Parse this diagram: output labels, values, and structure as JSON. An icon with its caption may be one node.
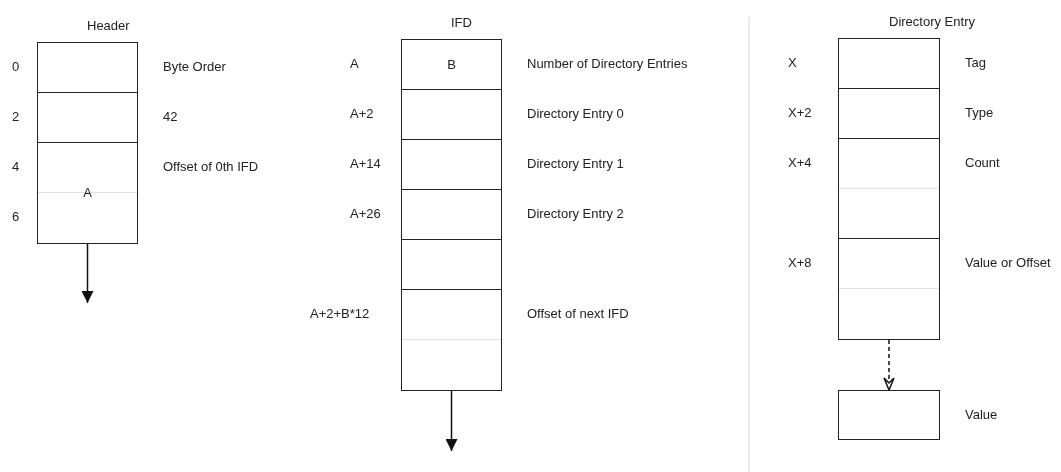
{
  "diagram": {
    "nodes": [
      {
        "text": [
          "Header"
        ]
      },
      {
        "text": [],
        "shape": "box",
        "in": 0,
        "beside": [
          "0",
          "Byte Order"
        ]
      },
      {
        "text": [],
        "shape": "box",
        "in": 0,
        "beside": [
          "2",
          "42"
        ]
      },
      {
        "text": [
          "A"
        ],
        "in": 0,
        "beside": [
          "4",
          "Offset of 0th IFD",
          "6"
        ]
      },
      {
        "text": [
          "IFD"
        ]
      },
      {
        "text": [
          "B"
        ],
        "in": 4,
        "beside": [
          "A",
          "Number of Directory Entries"
        ]
      },
      {
        "text": [],
        "shape": "box",
        "in": 4,
        "beside": [
          "A+2",
          "Directory Entry 0"
        ]
      },
      {
        "text": [],
        "shape": "box",
        "in": 4,
        "beside": [
          "A+14",
          "Directory Entry 1"
        ]
      },
      {
        "text": [],
        "shape": "box",
        "in": 4,
        "beside": [
          "A+26",
          "Directory Entry 2"
        ]
      },
      {
        "text": [],
        "shape": "box",
        "in": 4
      },
      {
        "text": [],
        "shape": "box",
        "in": 4,
        "beside": [
          "A+2+B*12",
          "Offset of next IFD"
        ]
      },
      {
        "text": [
          "Directory Entry"
        ]
      },
      {
        "text": [],
        "shape": "box",
        "in": 11,
        "beside": [
          "X",
          "Tag"
        ]
      },
      {
        "text": [],
        "shape": "box",
        "in": 11,
        "beside": [
          "X+2",
          "Type"
        ]
      },
      {
        "text": [],
        "shape": "box",
        "in": 11,
        "beside": [
          "X+4",
          "Count"
        ]
      },
      {
        "text": [],
        "shape": "box",
        "in": 11,
        "beside": [
          "X+8",
          "Value or Offset"
        ]
      },
      {
        "text": [],
        "shape": "box",
        "beside": [
          "Value"
        ]
      }
    ],
    "edges": [
      {
        "from": 0,
        "to": null,
        "arrow": "to"
      },
      {
        "from": 4,
        "to": null,
        "arrow": "to"
      },
      {
        "from": 11,
        "to": 16,
        "arrow": "to",
        "style": "dashed"
      }
    ]
  }
}
